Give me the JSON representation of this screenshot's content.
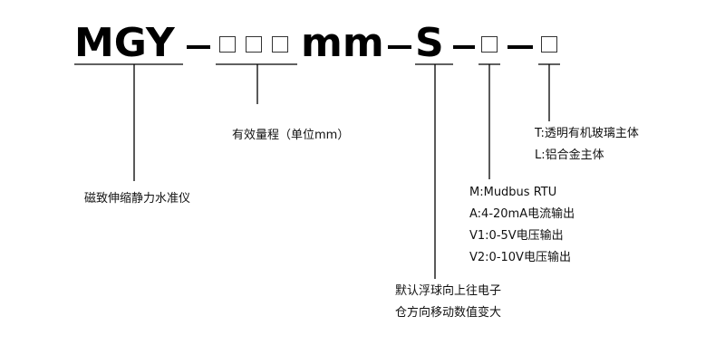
{
  "header": {
    "brand": "MGY",
    "unit": "mm",
    "type_letter": "S"
  },
  "labels": {
    "brand_desc": "磁致伸缩静力水准仪",
    "range_desc": "有效量程（单位mm）",
    "output_options": [
      "M:Mudbus RTU",
      "A:4-20mA电流输出",
      "V1:0-5V电压输出",
      "V2:0-10V电压输出"
    ],
    "material_options": [
      "T:透明有机玻璃主体",
      "L:铝合金主体"
    ],
    "default_desc": [
      "默认浮球向上往电子",
      "仓方向移动数值变大"
    ]
  }
}
